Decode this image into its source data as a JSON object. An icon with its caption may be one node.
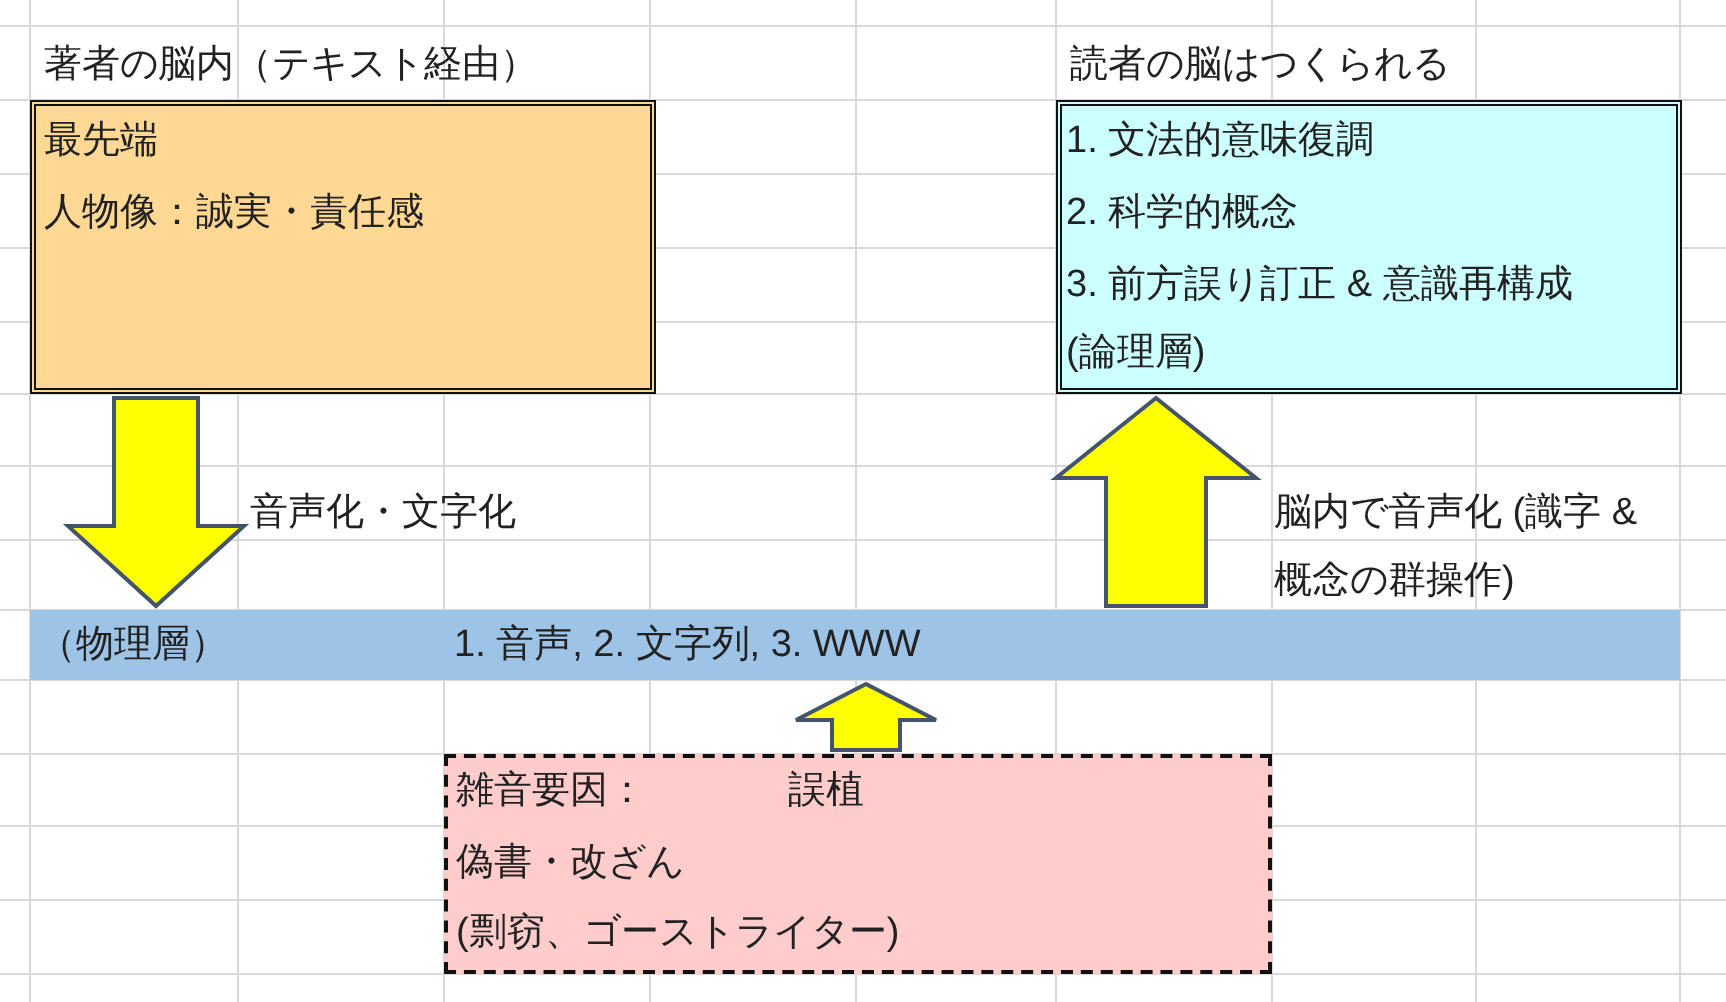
{
  "diagram": {
    "nodes": [
      {
        "text": [
          "著者の脳内（テキスト経由）",
          "最先端",
          "人物像：誠実・責任感"
        ]
      },
      {
        "text": [
          "読者の脳はつくられる",
          "1. 文法的意味復調",
          "2. 科学的概念",
          "3. 前方誤り訂正 & 意識再構成",
          "(論理層)"
        ]
      },
      {
        "text": [
          "（物理層）",
          "1. 音声, 2. 文字列, 3. WWW"
        ]
      },
      {
        "text": [
          "雑音要因：",
          "誤植",
          "偽書・改ざん",
          "(剽窃、ゴーストライター)"
        ]
      }
    ],
    "edges": [
      {
        "from": 0,
        "to": 2,
        "arrow": "to",
        "label": "音声化・文字化"
      },
      {
        "from": 2,
        "to": 1,
        "arrow": "to",
        "label": "脳内で音声化 (識字 & 概念の群操作)"
      },
      {
        "from": 3,
        "to": 2,
        "arrow": "to"
      }
    ]
  }
}
